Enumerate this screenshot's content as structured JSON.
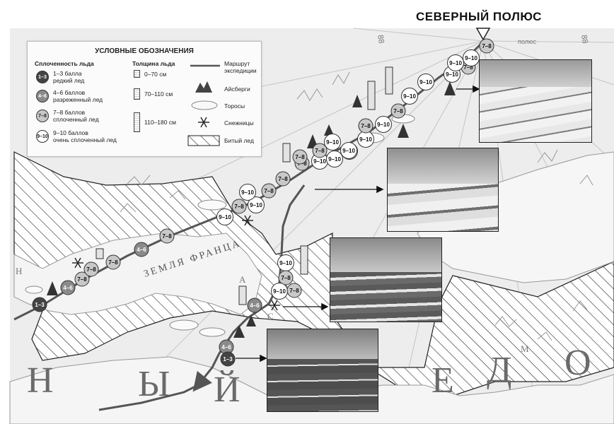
{
  "title": "СЕВЕРНЫЙ ПОЛЮС",
  "legend": {
    "heading": "УСЛОВНЫЕ ОБОЗНАЧЕНИЯ",
    "concentration_heading": "Сплоченность льда",
    "thickness_heading": "Толщина льда",
    "concentration": [
      {
        "code": "1–3",
        "line1": "1–3 балла",
        "line2": "редкий лед",
        "color": "#444444"
      },
      {
        "code": "4–6",
        "line1": "4–6 баллов",
        "line2": "разреженный лед",
        "color": "#8a8a8a"
      },
      {
        "code": "7–8",
        "line1": "7–8 баллов",
        "line2": "сплоченный лед",
        "color": "#c8c8c8"
      },
      {
        "code": "9–10",
        "line1": "9–10 баллов",
        "line2": "очень сплоченный лед",
        "color": "#ffffff"
      }
    ],
    "thickness": [
      "0–70 см",
      "70–110 см",
      "110–180 см"
    ],
    "symbols": {
      "route_line1": "Маршрут",
      "route_line2": "экспедиции",
      "icebergs": "Айсберги",
      "hummocks": "Торосы",
      "snowflakes": "Снежницы",
      "broken_ice": "Битый лед"
    }
  },
  "map_labels": {
    "franz_josef": "ЗЕМЛЯ ФРАНЦА",
    "big_letters": [
      "Н",
      "Ы",
      "Й",
      "Е",
      "Д",
      "О"
    ],
    "small_letters": [
      "А",
      "С",
      "М",
      "Н"
    ],
    "meridian_a": "88",
    "meridian_b": "88",
    "pole_note": "полюс"
  },
  "route_marks": [
    {
      "code": "1–3"
    },
    {
      "code": "4–6"
    },
    {
      "code": "7–8"
    },
    {
      "code": "7–8"
    },
    {
      "code": "7–8"
    },
    {
      "code": "4–6"
    },
    {
      "code": "7–8"
    },
    {
      "code": "9–10"
    },
    {
      "code": "7–8"
    },
    {
      "code": "9–10"
    },
    {
      "code": "9–10"
    },
    {
      "code": "7–8"
    },
    {
      "code": "7–8"
    },
    {
      "code": "7–8"
    },
    {
      "code": "9–10"
    },
    {
      "code": "7–8"
    },
    {
      "code": "9–10"
    },
    {
      "code": "9–10"
    },
    {
      "code": "7–8"
    },
    {
      "code": "9–10"
    },
    {
      "code": "9–10"
    },
    {
      "code": "9–10"
    },
    {
      "code": "7–8"
    },
    {
      "code": "9–10"
    },
    {
      "code": "7–8"
    },
    {
      "code": "9–10"
    },
    {
      "code": "9–10"
    },
    {
      "code": "9–10"
    },
    {
      "code": "7–8"
    },
    {
      "code": "9–10"
    },
    {
      "code": "7–8"
    },
    {
      "code": "9–10"
    },
    {
      "code": "9–10"
    },
    {
      "code": "7–8"
    },
    {
      "code": "9–10"
    },
    {
      "code": "7–8"
    },
    {
      "code": "4–6"
    },
    {
      "code": "4–6"
    },
    {
      "code": "1–3"
    }
  ],
  "colors": {
    "very_close": "#ffffff",
    "close": "#c8c8c8",
    "open": "#8a8a8a",
    "sparse": "#444444",
    "land": "#f2f2f2",
    "route": "#555555"
  }
}
